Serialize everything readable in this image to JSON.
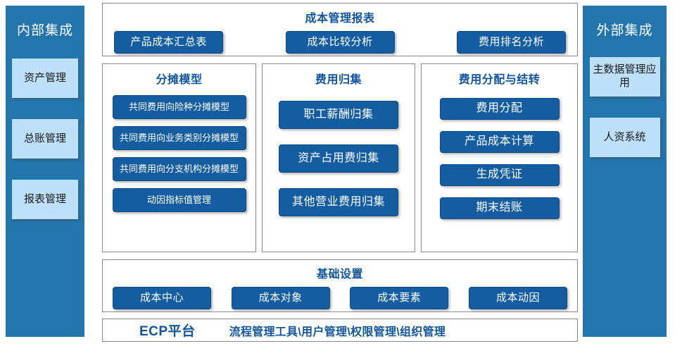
{
  "colors": {
    "rail_bg": "#2276ab",
    "rail_chip_bg": "#bde0fb",
    "button_bg": "#145da0",
    "title_blue": "#11569c",
    "panel_border": "#8a8a8a",
    "page_bg": "#ffffff"
  },
  "rails": {
    "left": {
      "title": "内部集成",
      "chips": [
        {
          "label": "资产管理"
        },
        {
          "label": "总账管理"
        },
        {
          "label": "报表管理"
        }
      ]
    },
    "right": {
      "title": "外部集成",
      "chips": [
        {
          "label": "主数据管理应用"
        },
        {
          "label": "人资系统"
        }
      ]
    }
  },
  "panels": {
    "report": {
      "title": "成本管理报表",
      "buttons": [
        {
          "label": "产品成本汇总表"
        },
        {
          "label": "成本比较分析"
        },
        {
          "label": "费用排名分析"
        }
      ]
    },
    "alloc_model": {
      "title": "分摊模型",
      "buttons": [
        {
          "label": "共同费用向险种分摊模型"
        },
        {
          "label": "共同费用向业务类别分摊模型"
        },
        {
          "label": "共同费用向分支机构分摊模型"
        },
        {
          "label": "动因指标值管理"
        }
      ]
    },
    "cost_pool": {
      "title": "费用归集",
      "buttons": [
        {
          "label": "职工薪酬归集"
        },
        {
          "label": "资产占用费归集"
        },
        {
          "label": "其他营业费用归集"
        }
      ]
    },
    "dist_carry": {
      "title": "费用分配与结转",
      "buttons": [
        {
          "label": "费用分配"
        },
        {
          "label": "产品成本计算"
        },
        {
          "label": "生成凭证"
        },
        {
          "label": "期末结账"
        }
      ]
    },
    "base_setup": {
      "title": "基础设置",
      "buttons": [
        {
          "label": "成本中心"
        },
        {
          "label": "成本对象"
        },
        {
          "label": "成本要素"
        },
        {
          "label": "成本动因"
        }
      ]
    },
    "ecp": {
      "platform_name": "ECP平台",
      "modules": "流程管理工具\\用户管理\\权限管理\\组织管理"
    }
  }
}
